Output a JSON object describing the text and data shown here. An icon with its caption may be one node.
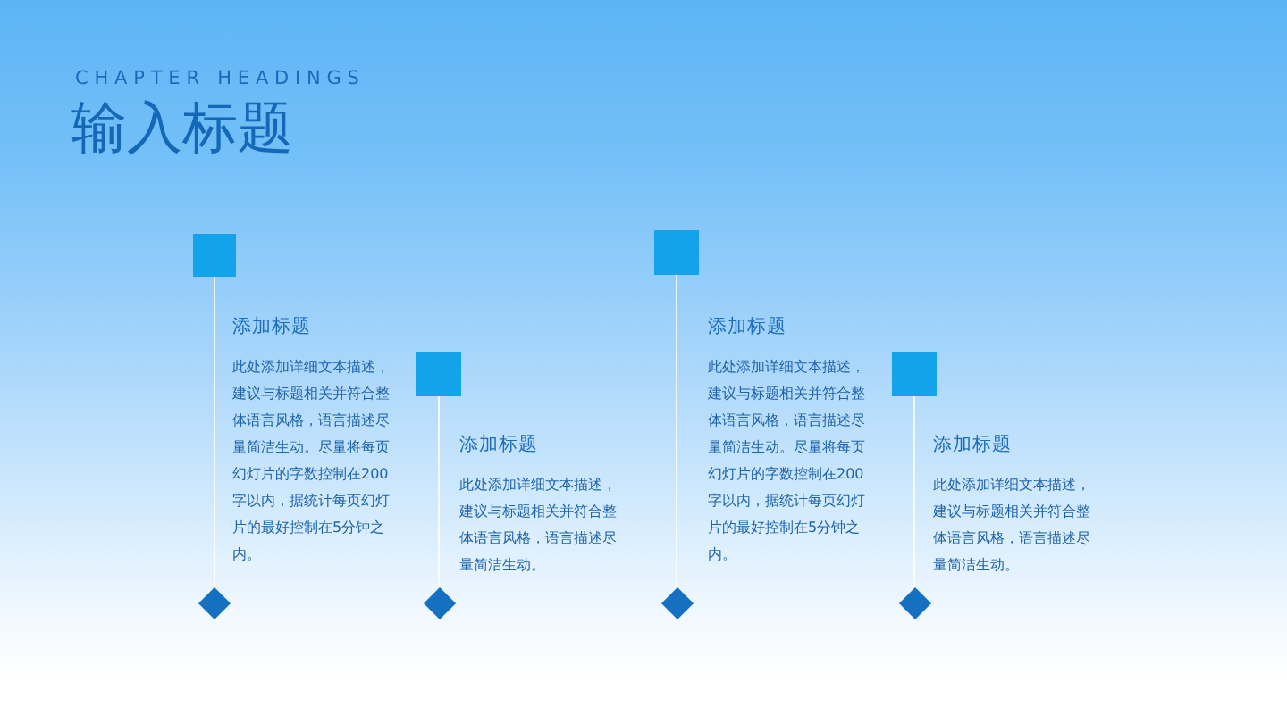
{
  "diagram": {
    "title": "输入标题",
    "nodes": [
      {
        "text": [],
        "shape": "box",
        "beside": [
          "添加标题",
          "此处添加详细文本描述，建议与标题相关并符合整体语言风格，语言描述尽量简洁生动。尽量将每页幻灯片的字数控制在200字以内，据统计每页幻灯片的最好控制在5分钟之内。"
        ]
      },
      {
        "text": [],
        "shape": "diamond"
      },
      {
        "text": [],
        "shape": "box",
        "beside": [
          "添加标题",
          "此处添加详细文本描述，建议与标题相关并符合整体语言风格，语言描述尽量简洁生动。"
        ]
      },
      {
        "text": [],
        "shape": "diamond"
      },
      {
        "text": [],
        "shape": "box",
        "beside": [
          "添加标题",
          "此处添加详细文本描述，建议与标题相关并符合整体语言风格，语言描述尽量简洁生动。尽量将每页幻灯片的字数控制在200字以内，据统计每页幻灯片的最好控制在5分钟之内。"
        ]
      },
      {
        "text": [],
        "shape": "diamond"
      },
      {
        "text": [],
        "shape": "box",
        "beside": [
          "添加标题",
          "此处添加详细文本描述，建议与标题相关并符合整体语言风格，语言描述尽量简洁生动。"
        ]
      },
      {
        "text": [],
        "shape": "diamond"
      }
    ],
    "edges": [
      {
        "from": 0,
        "to": 1,
        "arrow": "none"
      },
      {
        "from": 2,
        "to": 3,
        "arrow": "none"
      },
      {
        "from": 4,
        "to": 5,
        "arrow": "none"
      },
      {
        "from": 6,
        "to": 7,
        "arrow": "none"
      }
    ],
    "labels": [
      "CHAPTER HEADINGS"
    ]
  }
}
